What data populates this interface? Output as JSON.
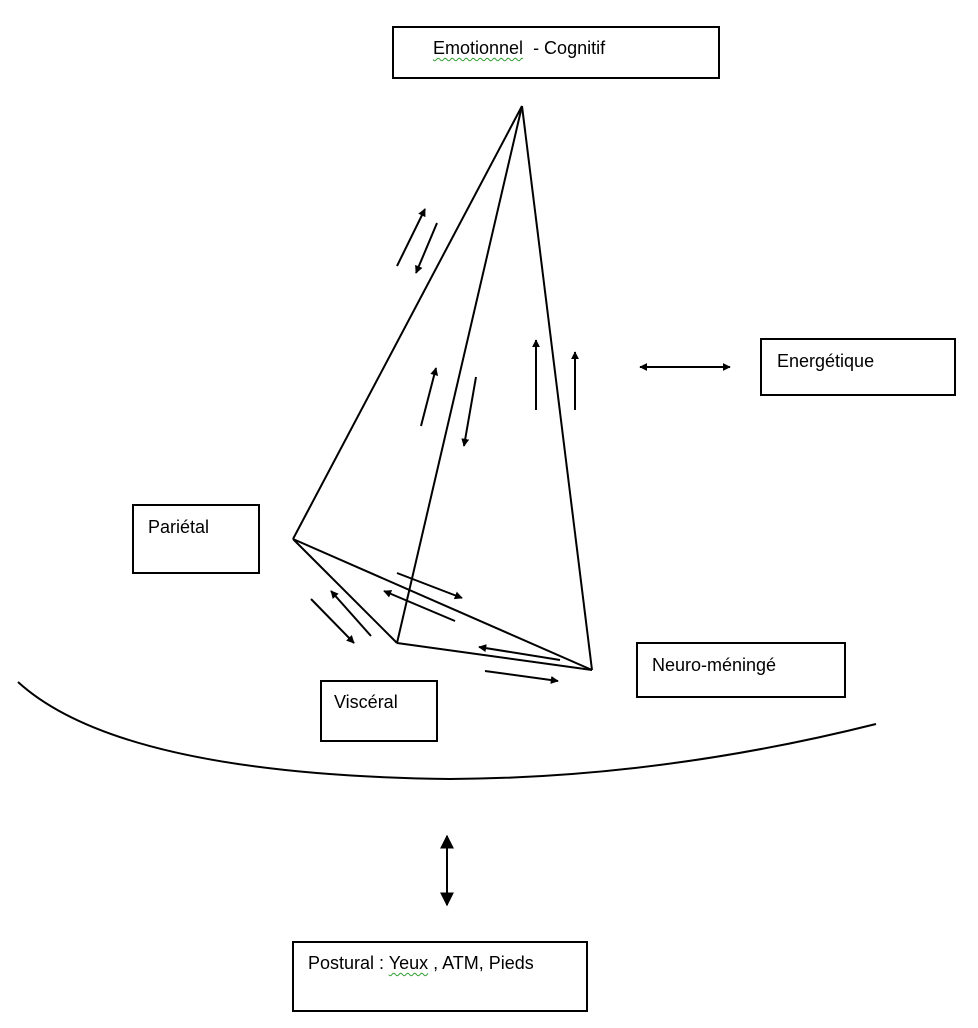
{
  "diagram": {
    "boxes": {
      "emotionnel": {
        "part1": "Emotionnel",
        "part2": "  - Cognitif"
      },
      "energetique": {
        "label": "Energétique"
      },
      "parietal": {
        "label": "Pariétal"
      },
      "neuro": {
        "label": "Neuro-méningé"
      },
      "visceral": {
        "label": "Viscéral"
      },
      "postural": {
        "part1": "Postural : ",
        "part2": "Yeux",
        "part3": " , ATM, Pieds"
      }
    },
    "spellcheck_underline_color": "#2e9e2e"
  }
}
